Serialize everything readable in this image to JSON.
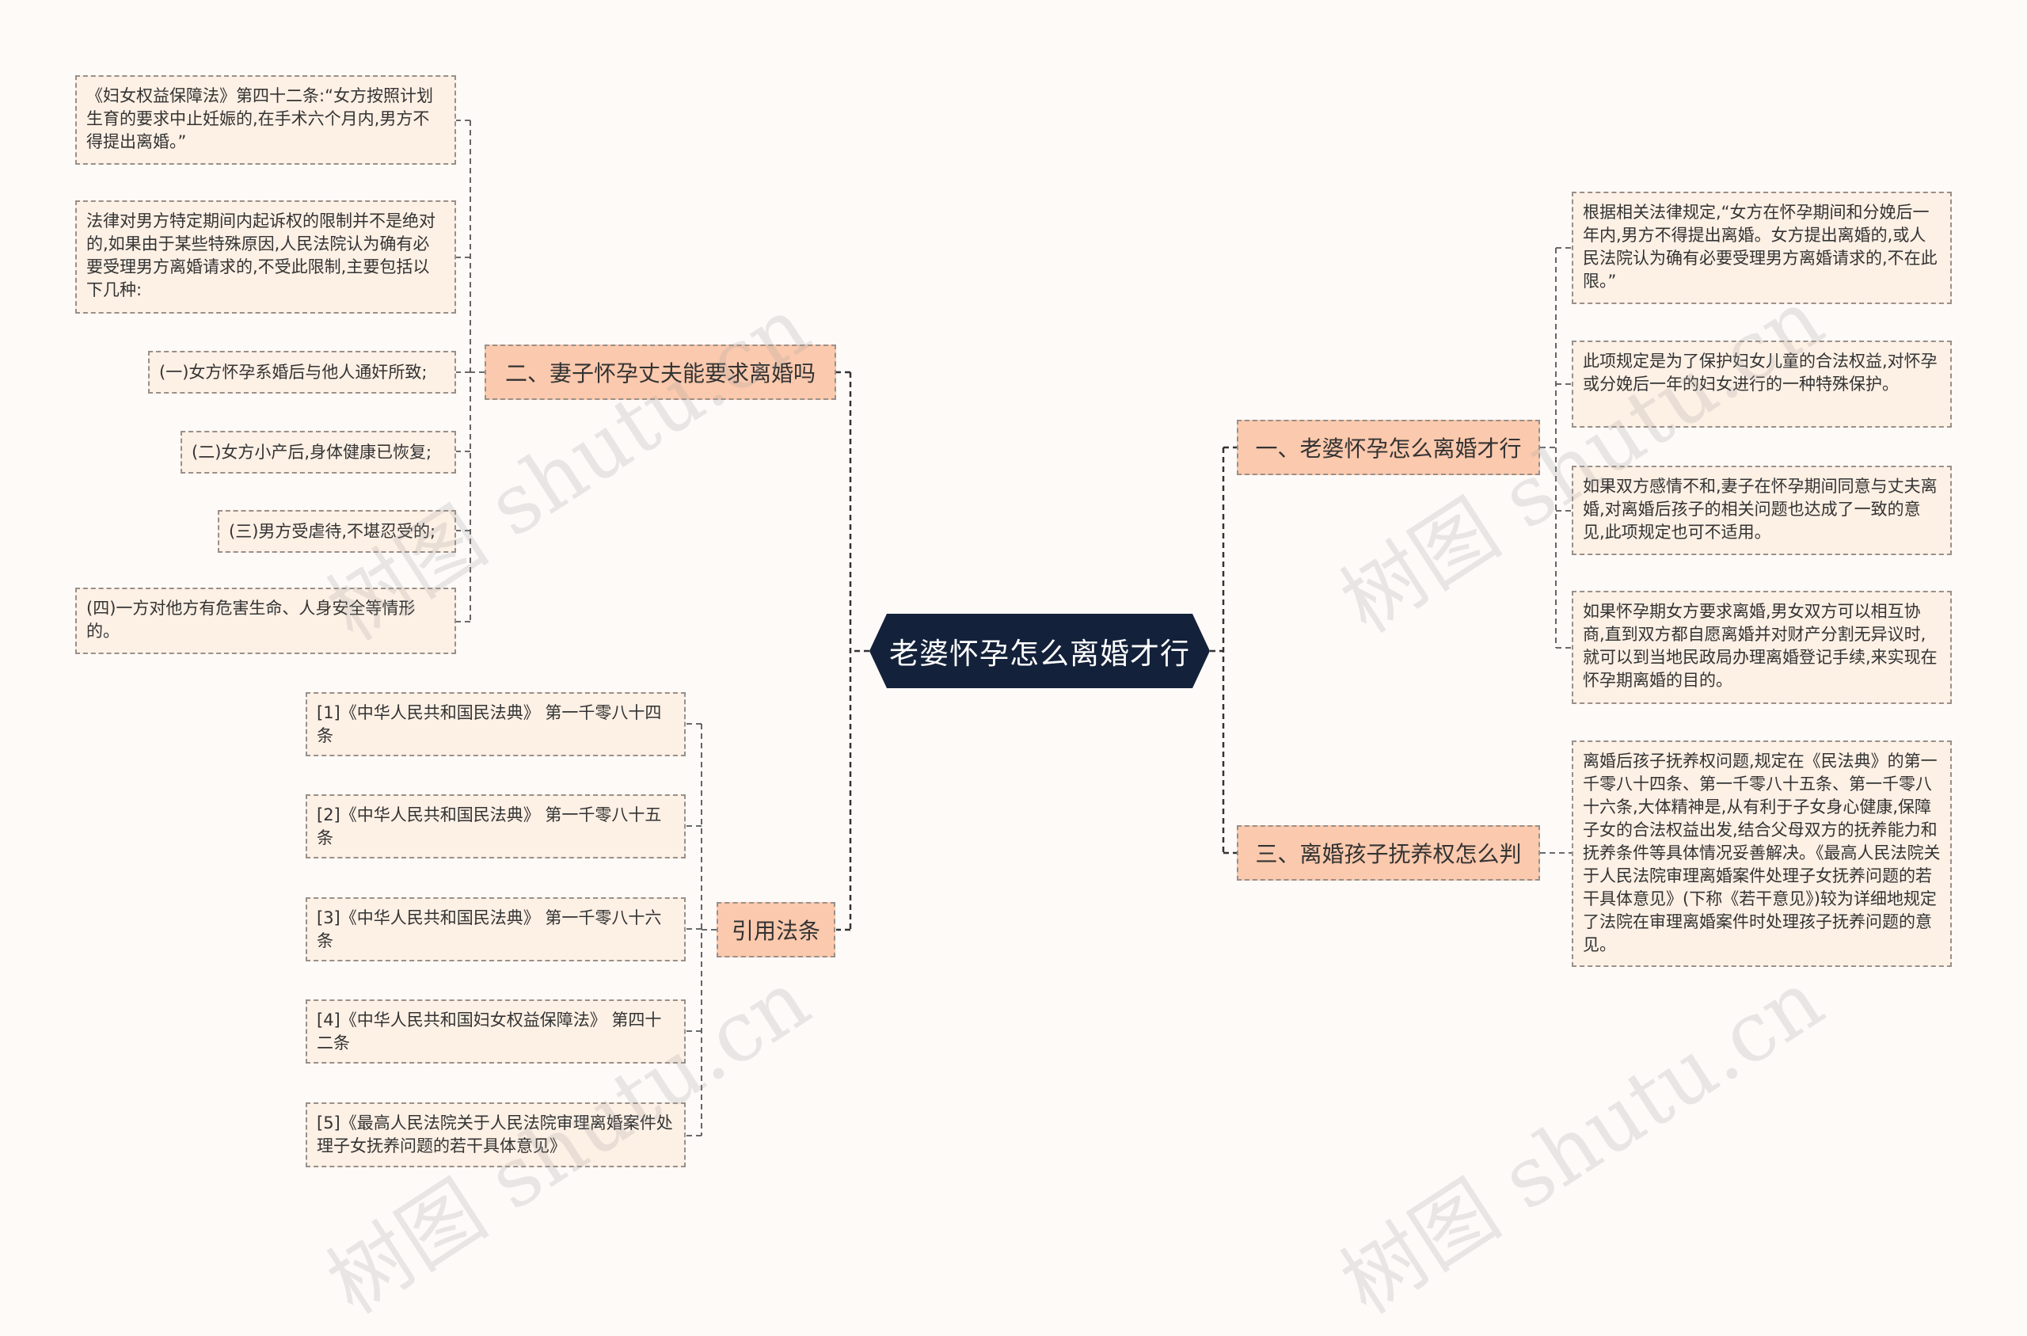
{
  "root": {
    "label": "老婆怀孕怎么离婚才行"
  },
  "right_top": {
    "label": "一、老婆怀孕怎么离婚才行",
    "items": [
      "根据相关法律规定,“女方在怀孕期间和分娩后一年内,男方不得提出离婚。女方提出离婚的,或人民法院认为确有必要受理男方离婚请求的,不在此限。”",
      "此项规定是为了保护妇女儿童的合法权益,对怀孕或分娩后一年的妇女进行的一种特殊保护。",
      "如果双方感情不和,妻子在怀孕期间同意与丈夫离婚,对离婚后孩子的相关问题也达成了一致的意见,此项规定也可不适用。",
      "如果怀孕期女方要求离婚,男女双方可以相互协商,直到双方都自愿离婚并对财产分割无异议时,就可以到当地民政局办理离婚登记手续,来实现在怀孕期离婚的目的。"
    ]
  },
  "right_bottom": {
    "label": "三、离婚孩子抚养权怎么判",
    "items": [
      "离婚后孩子抚养权问题,规定在《民法典》的第一千零八十四条、第一千零八十五条、第一千零八十六条,大体精神是,从有利于子女身心健康,保障子女的合法权益出发,结合父母双方的抚养能力和抚养条件等具体情况妥善解决。《最高人民法院关于人民法院审理离婚案件处理子女抚养问题的若干具体意见》(下称《若干意见》)较为详细地规定了法院在审理离婚案件时处理孩子抚养问题的意见。"
    ]
  },
  "left_top": {
    "label": "二、妻子怀孕丈夫能要求离婚吗",
    "items": [
      "《妇女权益保障法》第四十二条:“女方按照计划生育的要求中止妊娠的,在手术六个月内,男方不得提出离婚。”",
      "法律对男方特定期间内起诉权的限制并不是绝对的,如果由于某些特殊原因,人民法院认为确有必要受理男方离婚请求的,不受此限制,主要包括以下几种:",
      "(一)女方怀孕系婚后与他人通奸所致;",
      "(二)女方小产后,身体健康已恢复;",
      "(三)男方受虐待,不堪忍受的;",
      "(四)一方对他方有危害生命、人身安全等情形的。"
    ]
  },
  "left_bottom": {
    "label": "引用法条",
    "items": [
      "[1]《中华人民共和国民法典》 第一千零八十四条",
      "[2]《中华人民共和国民法典》 第一千零八十五条",
      "[3]《中华人民共和国民法典》 第一千零八十六条",
      "[4]《中华人民共和国妇女权益保障法》 第四十二条",
      "[5]《最高人民法院关于人民法院审理离婚案件处理子女抚养问题的若干具体意见》"
    ]
  },
  "watermark": "树图 shutu.cn",
  "colors": {
    "root_bg": "#14213a",
    "branch_bg": "#fbc9ad",
    "leaf_bg": "#fdf0e5",
    "connector": "#333333"
  }
}
